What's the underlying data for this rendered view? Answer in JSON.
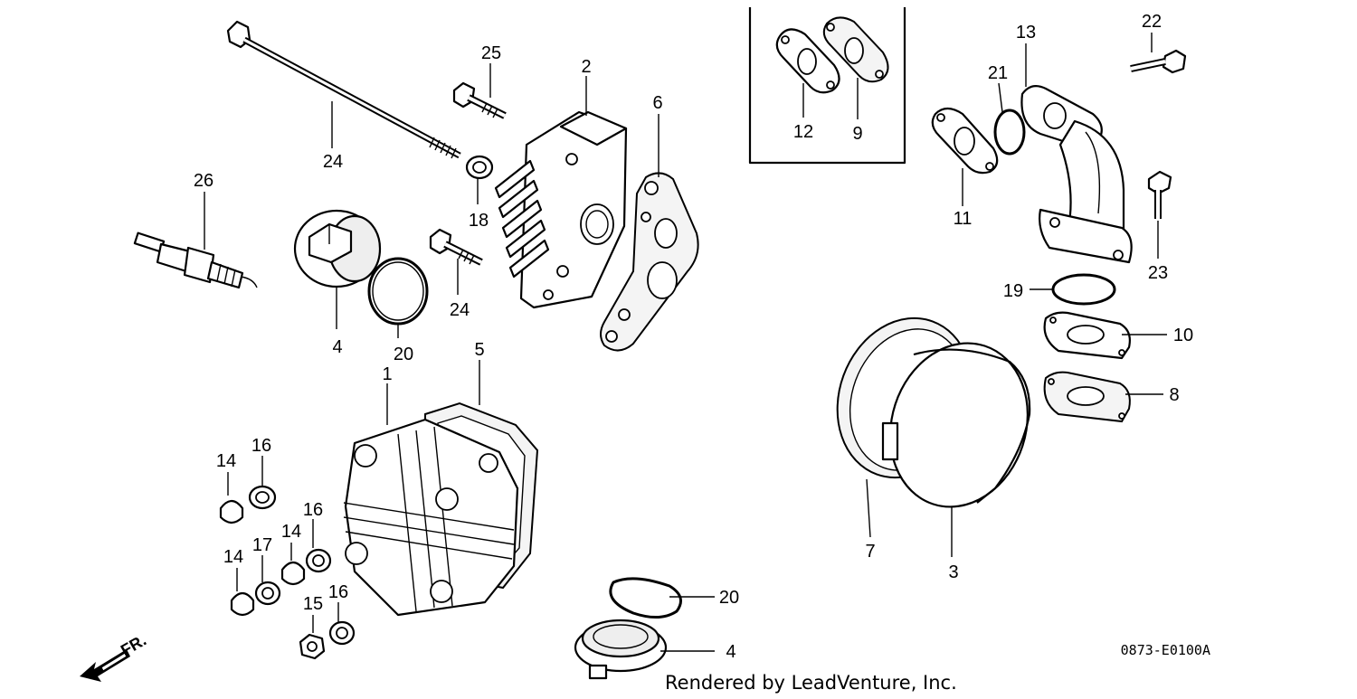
{
  "diagram": {
    "callouts": {
      "c1": "1",
      "c2": "2",
      "c3": "3",
      "c4a": "4",
      "c4b": "4",
      "c5": "5",
      "c6": "6",
      "c7": "7",
      "c8": "8",
      "c9": "9",
      "c10": "10",
      "c11": "11",
      "c12": "12",
      "c13": "13",
      "c14a": "14",
      "c14b": "14",
      "c14c": "14",
      "c15": "15",
      "c16a": "16",
      "c16b": "16",
      "c16c": "16",
      "c17": "17",
      "c18": "18",
      "c19": "19",
      "c20a": "20",
      "c20b": "20",
      "c21": "21",
      "c22": "22",
      "c23": "23",
      "c24a": "24",
      "c24b": "24",
      "c25": "25",
      "c26": "26"
    },
    "front_arrow_label": "FR.",
    "diagram_code": "0873-E0100A",
    "credit": "Rendered by LeadVenture, Inc."
  }
}
